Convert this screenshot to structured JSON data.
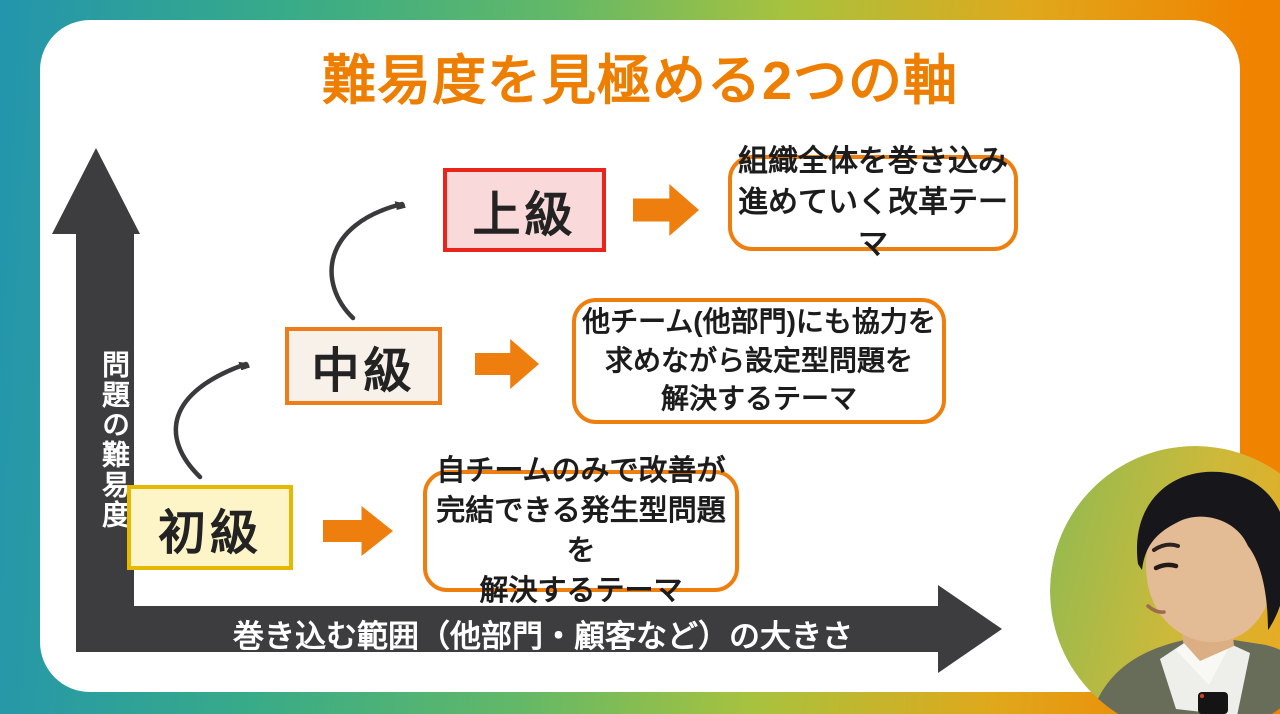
{
  "slide": {
    "title": "難易度を見極める2つの軸",
    "axes": {
      "y_label": "問題の難易度",
      "x_label": "巻き込む範囲（他部門・顧客など）の大きさ"
    },
    "levels": [
      {
        "key": "beginner",
        "label": "初級",
        "theme": "自チームのみで改善が\n完結できる発生型問題を\n解決するテーマ"
      },
      {
        "key": "intermediate",
        "label": "中級",
        "theme": "他チーム(他部門)にも協力を\n求めながら設定型問題を\n解決するテーマ"
      },
      {
        "key": "advanced",
        "label": "上級",
        "theme": "組織全体を巻き込み\n進めていく改革テーマ"
      }
    ],
    "colors": {
      "title_orange": "#ee7e00",
      "block_arrow_orange": "#ee7f0e",
      "axis_dark": "#3d3d3f",
      "beginner_border": "#e6b800",
      "beginner_fill": "#fdf5c8",
      "intermediate_border": "#ed7d19",
      "intermediate_fill": "#f8f1ea",
      "advanced_border": "#e8241b",
      "advanced_fill": "#f9d9da",
      "frame_gradient_left": "#2395ad",
      "frame_gradient_mid": "#62b868",
      "frame_gradient_right": "#f08300"
    }
  }
}
